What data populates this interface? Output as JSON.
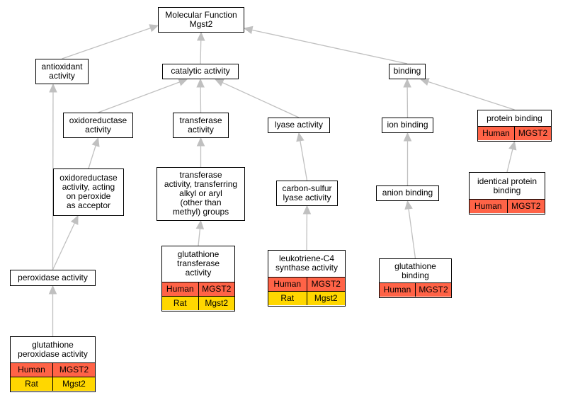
{
  "diagram": {
    "nodes": [
      {
        "id": "mf",
        "label": "Molecular Function\nMgst2",
        "rows": []
      },
      {
        "id": "antiox",
        "label": "antioxidant\nactivity",
        "rows": []
      },
      {
        "id": "catalytic",
        "label": "catalytic activity",
        "rows": []
      },
      {
        "id": "binding",
        "label": "binding",
        "rows": []
      },
      {
        "id": "oxidored",
        "label": "oxidoreductase\nactivity",
        "rows": []
      },
      {
        "id": "transferase",
        "label": "transferase\nactivity",
        "rows": []
      },
      {
        "id": "lyase",
        "label": "lyase activity",
        "rows": []
      },
      {
        "id": "ionbind",
        "label": "ion binding",
        "rows": []
      },
      {
        "id": "protbind",
        "label": "protein binding",
        "rows": [
          {
            "species": "Human",
            "gene": "MGST2"
          }
        ]
      },
      {
        "id": "oxperox",
        "label": "oxidoreductase\nactivity, acting\non peroxide\nas acceptor",
        "rows": []
      },
      {
        "id": "transalkyl",
        "label": "transferase\nactivity, transferring\nalkyl or aryl\n(other than\nmethyl) groups",
        "rows": []
      },
      {
        "id": "csLyase",
        "label": "carbon-sulfur\nlyase activity",
        "rows": []
      },
      {
        "id": "anionbind",
        "label": "anion binding",
        "rows": []
      },
      {
        "id": "identprot",
        "label": "identical protein\nbinding",
        "rows": [
          {
            "species": "Human",
            "gene": "MGST2"
          }
        ]
      },
      {
        "id": "peroxidase",
        "label": "peroxidase activity",
        "rows": []
      },
      {
        "id": "gst",
        "label": "glutathione\ntransferase\nactivity",
        "rows": [
          {
            "species": "Human",
            "gene": "MGST2"
          },
          {
            "species": "Rat",
            "gene": "Mgst2"
          }
        ]
      },
      {
        "id": "ltc4",
        "label": "leukotriene-C4\nsynthase activity",
        "rows": [
          {
            "species": "Human",
            "gene": "MGST2"
          },
          {
            "species": "Rat",
            "gene": "Mgst2"
          }
        ]
      },
      {
        "id": "glubind",
        "label": "glutathione\nbinding",
        "rows": [
          {
            "species": "Human",
            "gene": "MGST2"
          }
        ]
      },
      {
        "id": "gpx",
        "label": "glutathione\nperoxidase activity",
        "rows": [
          {
            "species": "Human",
            "gene": "MGST2"
          },
          {
            "species": "Rat",
            "gene": "Mgst2"
          }
        ]
      }
    ],
    "edges": [
      {
        "from": "antiox",
        "to": "mf"
      },
      {
        "from": "catalytic",
        "to": "mf"
      },
      {
        "from": "binding",
        "to": "mf"
      },
      {
        "from": "oxidored",
        "to": "catalytic"
      },
      {
        "from": "transferase",
        "to": "catalytic"
      },
      {
        "from": "lyase",
        "to": "catalytic"
      },
      {
        "from": "ionbind",
        "to": "binding"
      },
      {
        "from": "protbind",
        "to": "binding"
      },
      {
        "from": "oxperox",
        "to": "oxidored"
      },
      {
        "from": "transalkyl",
        "to": "transferase"
      },
      {
        "from": "csLyase",
        "to": "lyase"
      },
      {
        "from": "anionbind",
        "to": "ionbind"
      },
      {
        "from": "identprot",
        "to": "protbind"
      },
      {
        "from": "peroxidase",
        "to": "antiox"
      },
      {
        "from": "peroxidase",
        "to": "oxperox"
      },
      {
        "from": "gst",
        "to": "transalkyl"
      },
      {
        "from": "ltc4",
        "to": "csLyase"
      },
      {
        "from": "glubind",
        "to": "anionbind"
      },
      {
        "from": "gpx",
        "to": "peroxidase"
      }
    ],
    "colors": {
      "Human": "#ff6347",
      "Rat": "#ffd700",
      "edge": "#c0c0c0"
    }
  }
}
